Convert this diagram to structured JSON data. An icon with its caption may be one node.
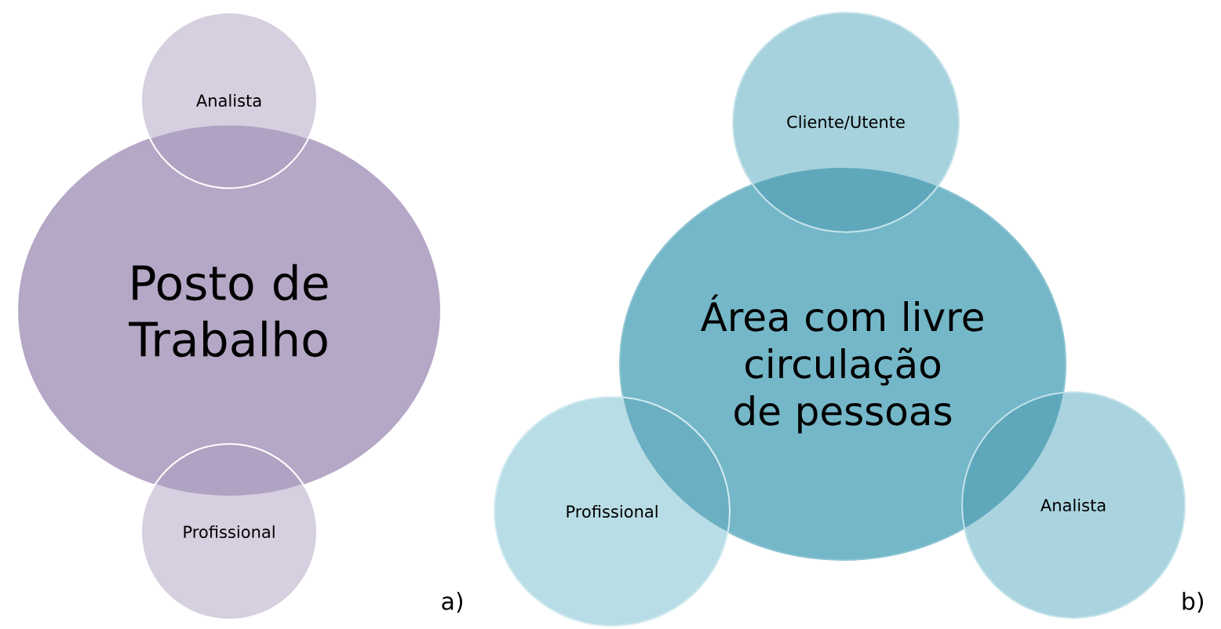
{
  "diagram": {
    "nodes": [
      {
        "text": [
          "Analista"
        ]
      },
      {
        "text": [
          "Posto de Trabalho"
        ]
      },
      {
        "text": [
          "Profissional"
        ]
      },
      {
        "text": [
          "Cliente/Utente"
        ]
      },
      {
        "text": [
          "Área com livre circulação de pessoas"
        ]
      },
      {
        "text": [
          "Profissional"
        ]
      },
      {
        "text": [
          "Analista"
        ]
      }
    ],
    "labels": [
      "a)",
      "b)"
    ]
  }
}
